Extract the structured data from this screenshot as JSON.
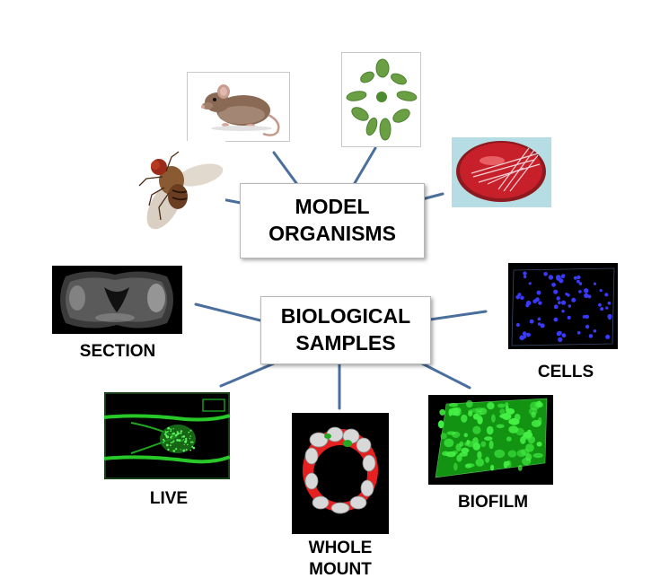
{
  "hubs": {
    "model": {
      "line1": "MODEL",
      "line2": "ORGANISMS"
    },
    "samples": {
      "line1": "BIOLOGICAL",
      "line2": "SAMPLES"
    }
  },
  "captions": {
    "section": "SECTION",
    "cells": "CELLS",
    "live": "LIVE",
    "biofilm": "BIOFILM",
    "whole_mount_line1": "WHOLE",
    "whole_mount_line2": "MOUNT"
  },
  "colors": {
    "connector": "#4a6f9c",
    "hub_border": "#b7b7b7",
    "fluorescence_green": "#22dd22",
    "fluorescence_blue": "#3a3aff",
    "fluorescence_red": "#ff2020",
    "agar_red": "#c8202a"
  }
}
